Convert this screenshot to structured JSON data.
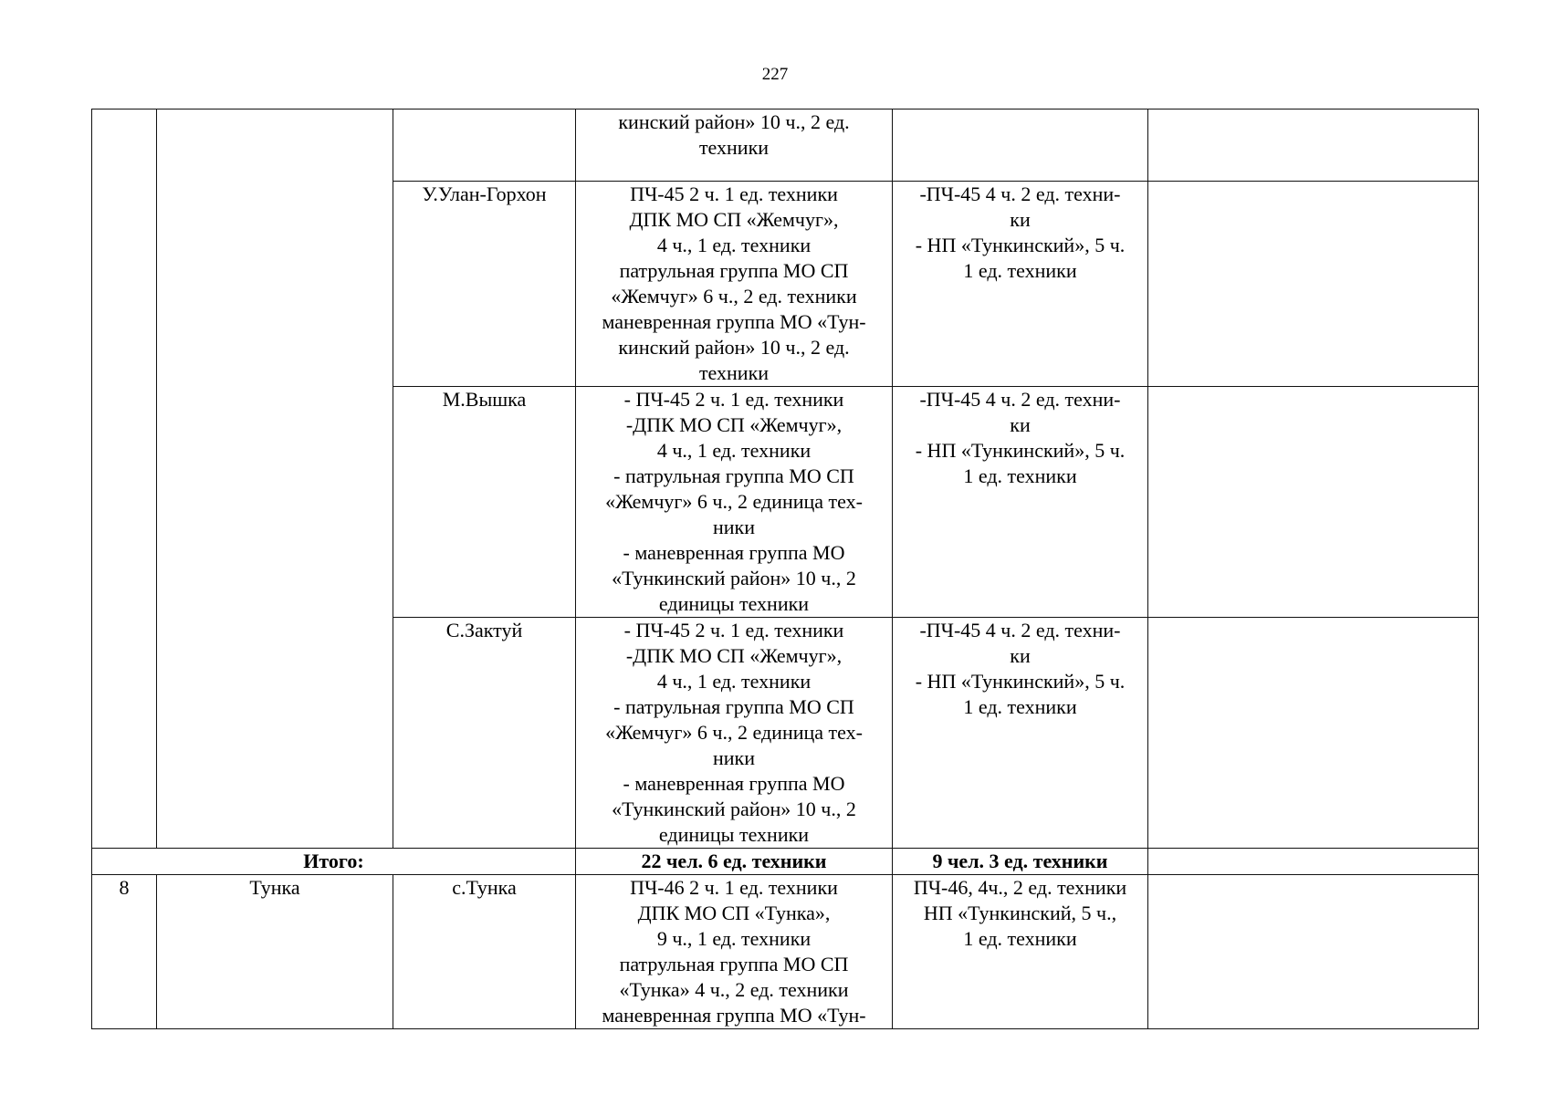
{
  "page_number": "227",
  "rows": [
    {
      "col3": "",
      "col4": "кинский район» 10 ч., 2 ед.\nтехники",
      "col5": "",
      "col6": ""
    },
    {
      "col3": "У.Улан-Горхон",
      "col4": "ПЧ-45 2 ч. 1 ед. техники\nДПК МО СП «Жемчуг»,\n4 ч., 1 ед. техники\nпатрульная группа МО СП\n«Жемчуг» 6 ч., 2 ед. техники\nманевренная группа МО «Тун-\nкинский район» 10 ч., 2 ед.\nтехники",
      "col5": "-ПЧ-45 4 ч. 2 ед. техни-\nки\n- НП «Тункинский», 5 ч.\n1 ед. техники",
      "col6": ""
    },
    {
      "col3": "М.Вышка",
      "col4": "- ПЧ-45 2 ч. 1 ед. техники\n-ДПК МО СП «Жемчуг»,\n4 ч., 1 ед. техники\n- патрульная группа МО СП\n«Жемчуг» 6 ч., 2 единица тех-\nники\n- маневренная группа МО\n«Тункинский район» 10 ч., 2\nединицы техники",
      "col5": "-ПЧ-45 4 ч. 2 ед. техни-\nки\n- НП «Тункинский», 5 ч.\n1 ед. техники",
      "col6": ""
    },
    {
      "col3": "С.Зактуй",
      "col4": "- ПЧ-45 2 ч. 1 ед. техники\n-ДПК МО СП «Жемчуг»,\n4 ч., 1 ед. техники\n- патрульная группа МО СП\n«Жемчуг» 6 ч., 2 единица тех-\nники\n- маневренная группа МО\n«Тункинский район» 10 ч., 2\nединицы техники",
      "col5": "-ПЧ-45 4 ч. 2 ед. техни-\nки\n- НП «Тункинский», 5 ч.\n1 ед. техники",
      "col6": ""
    }
  ],
  "total_row": {
    "label": "Итого:",
    "col4": "22 чел. 6 ед. техники",
    "col5": "9 чел. 3 ед. техники",
    "col6": ""
  },
  "row_8": {
    "number": "8",
    "name": "Тунка",
    "settlement": "с.Тунка",
    "col4": "ПЧ-46 2 ч. 1 ед. техники\nДПК МО СП «Тунка»,\n9 ч., 1 ед. техники\nпатрульная группа МО СП\n«Тунка» 4 ч., 2 ед. техники\nманевренная группа МО «Тун-",
    "col5": "ПЧ-46, 4ч., 2 ед. техники\nНП «Тункинский, 5 ч.,\n1 ед. техники",
    "col6": ""
  }
}
